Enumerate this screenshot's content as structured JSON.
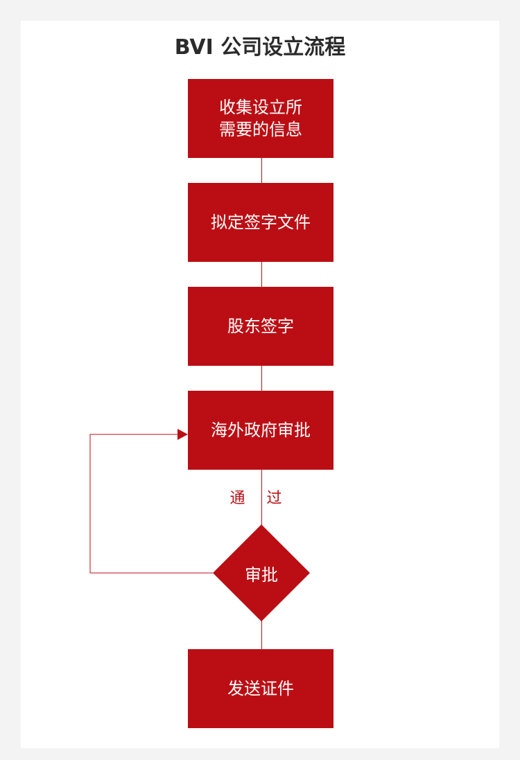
{
  "title": "BVI 公司设立流程",
  "steps": [
    {
      "line1": "收集设立所",
      "line2": "需要的信息"
    },
    {
      "label": "拟定签字文件"
    },
    {
      "label": "股东签字"
    },
    {
      "label": "海外政府审批"
    }
  ],
  "decision": {
    "label": "审批",
    "pass_label": "通 过"
  },
  "final_step": {
    "label": "发送证件"
  },
  "colors": {
    "box": "#bb0e14",
    "title": "#2b2b2b",
    "background": "#f3f3f3",
    "card": "#ffffff"
  }
}
